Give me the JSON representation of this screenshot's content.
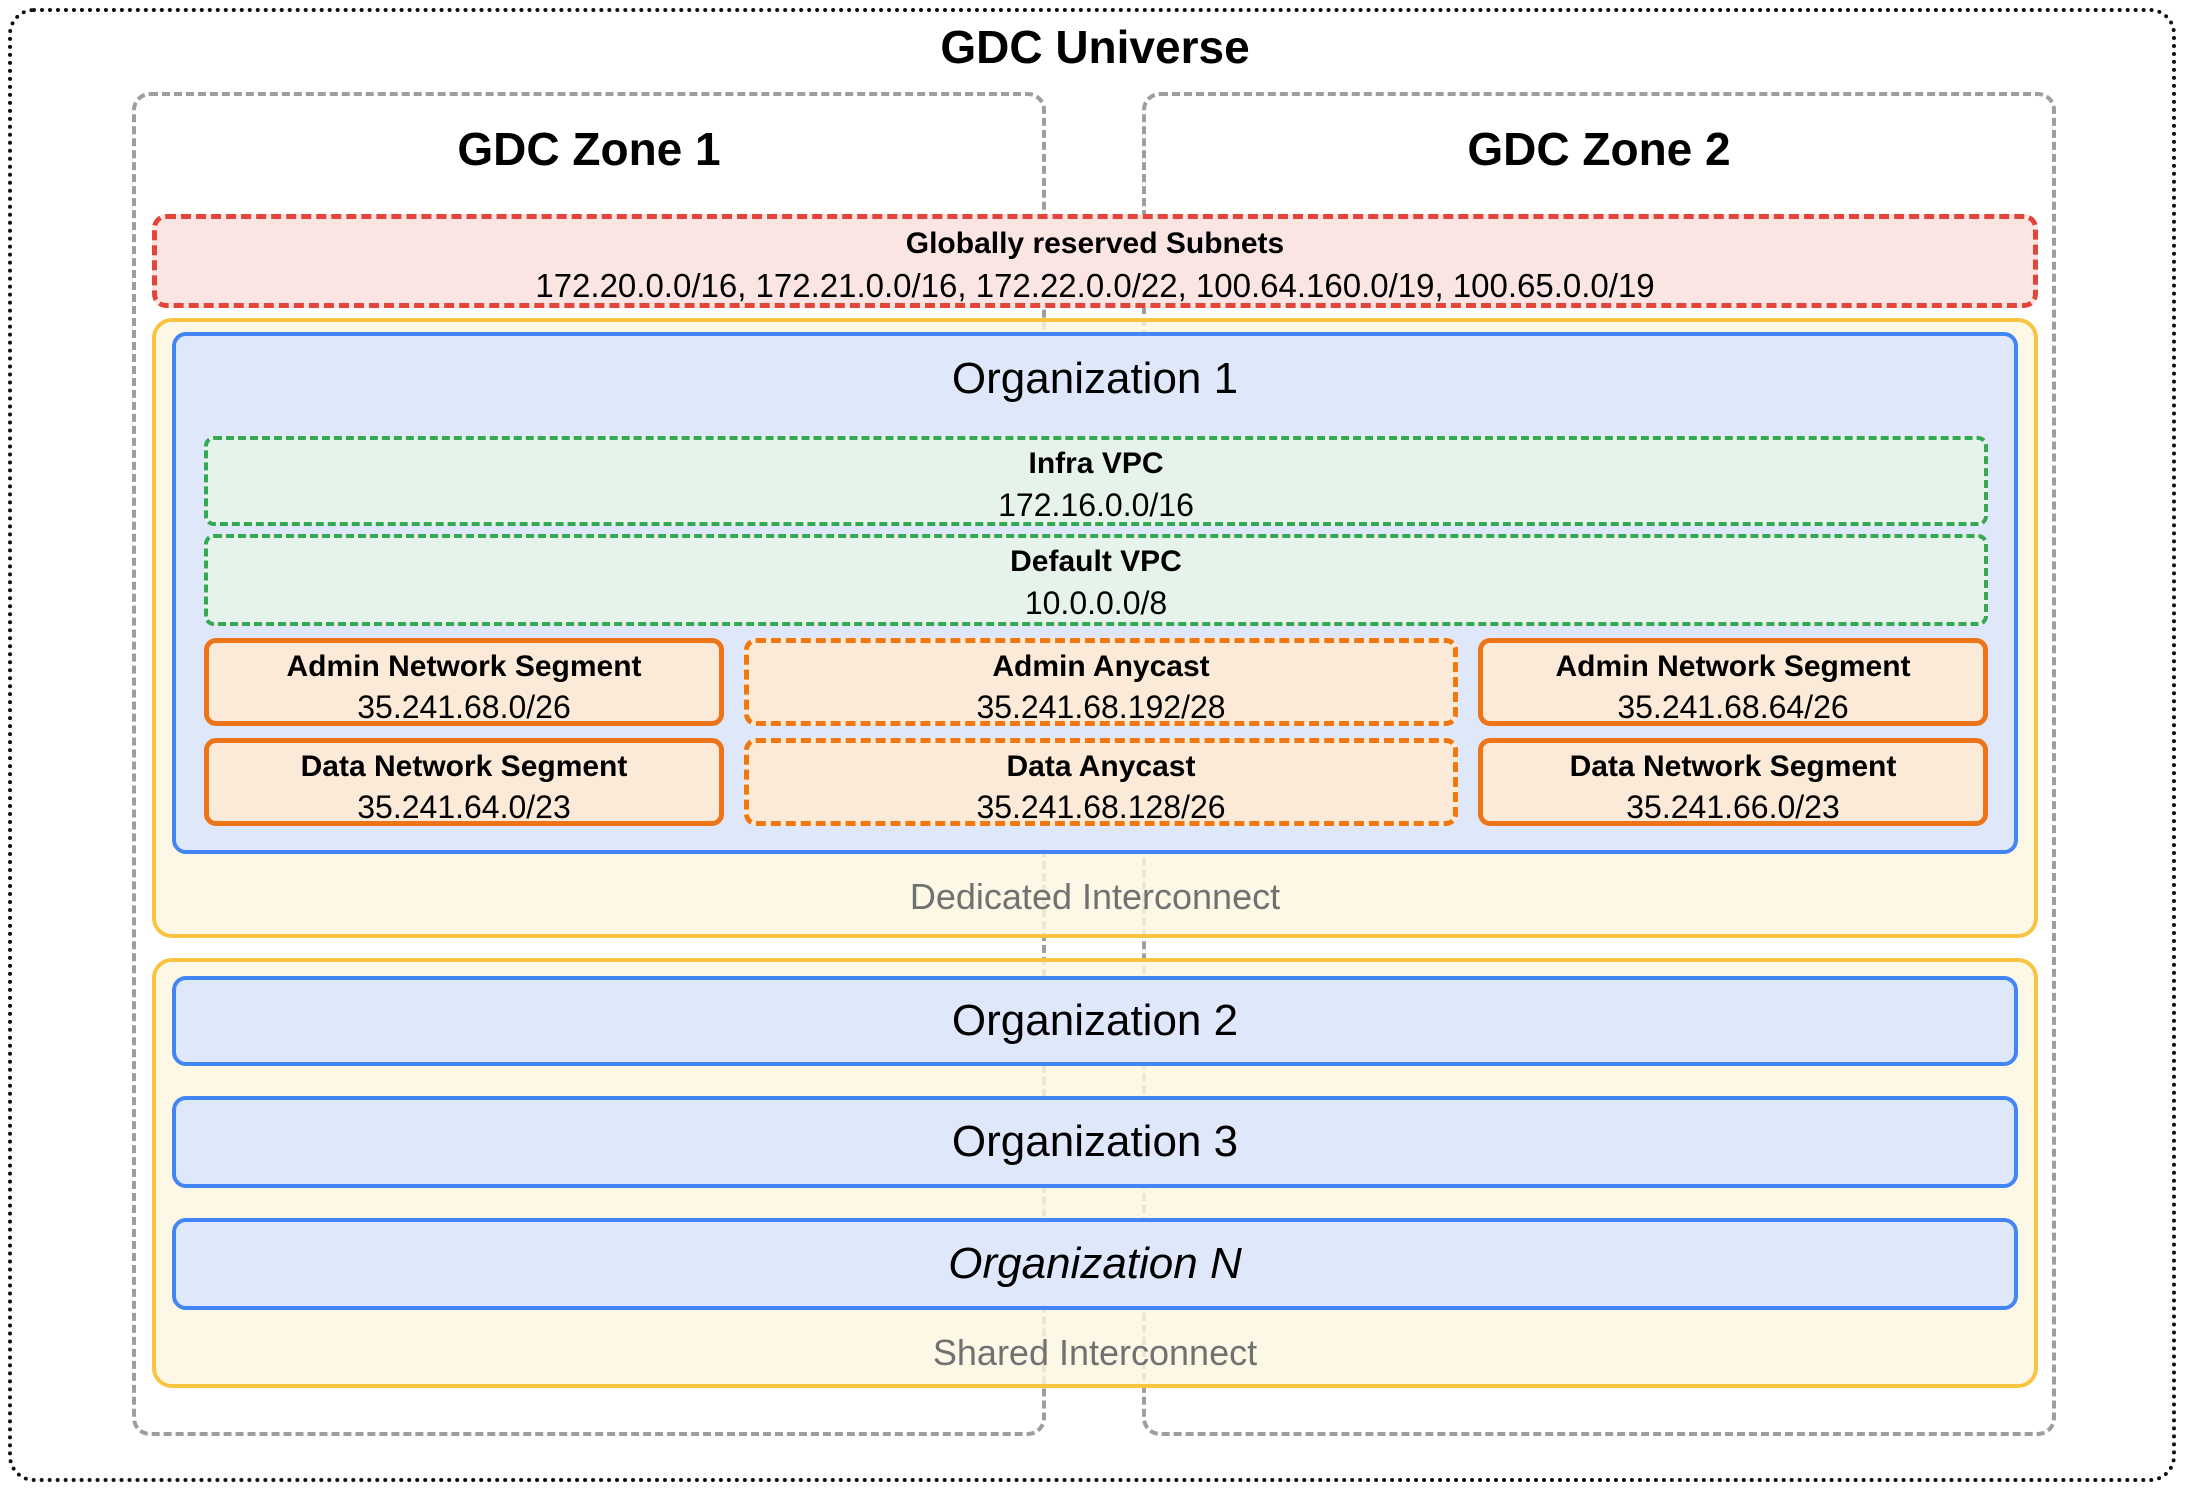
{
  "title": "GDC Universe",
  "zones": [
    {
      "label": "GDC Zone 1"
    },
    {
      "label": "GDC Zone 2"
    }
  ],
  "reserved": {
    "title": "Globally reserved Subnets",
    "subnets": "172.20.0.0/16, 172.21.0.0/16, 172.22.0.0/22, 100.64.160.0/19, 100.65.0.0/19"
  },
  "org1": {
    "title": "Organization 1",
    "vpcs": [
      {
        "name": "Infra VPC",
        "cidr": "172.16.0.0/16"
      },
      {
        "name": "Default VPC",
        "cidr": "10.0.0.0/8"
      }
    ],
    "segments": [
      {
        "name": "Admin Network Segment",
        "cidr": "35.241.68.0/26"
      },
      {
        "name": "Admin Anycast",
        "cidr": "35.241.68.192/28"
      },
      {
        "name": "Admin Network Segment",
        "cidr": "35.241.68.64/26"
      },
      {
        "name": "Data Network Segment",
        "cidr": "35.241.64.0/23"
      },
      {
        "name": "Data Anycast",
        "cidr": "35.241.68.128/26"
      },
      {
        "name": "Data Network Segment",
        "cidr": "35.241.66.0/23"
      }
    ]
  },
  "interconnects": {
    "dedicated": {
      "label": "Dedicated Interconnect"
    },
    "shared": {
      "label": "Shared Interconnect"
    }
  },
  "shared_orgs": [
    {
      "title": "Organization 2"
    },
    {
      "title": "Organization 3"
    },
    {
      "title": "Organization N"
    }
  ],
  "colors": {
    "universe_border": "#111111",
    "zone_border": "#9e9e9e",
    "reserved_border": "#e4453a",
    "reserved_bg": "#fae5e3",
    "vpc_border": "#34a853",
    "vpc_bg": "#e6f3ea",
    "segment_border": "#ed7418",
    "segment_bg": "#fcead9",
    "org_border": "#4285f4",
    "org_bg": "#dfe7fb",
    "interconnect_border": "#f9c440",
    "interconnect_bg": "#fcf6e0",
    "interconnect_label_text": "#717171"
  }
}
